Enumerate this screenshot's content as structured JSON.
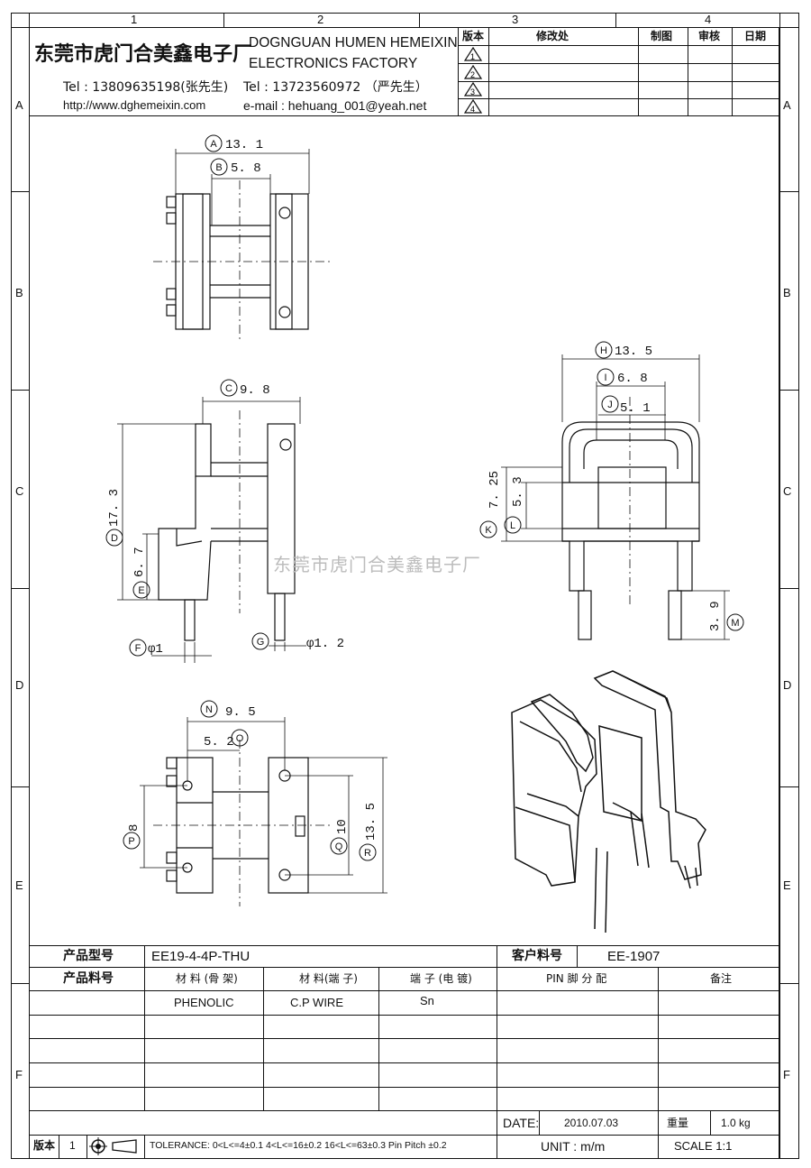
{
  "zones": {
    "columns": [
      "1",
      "2",
      "3",
      "4"
    ],
    "rows": [
      "A",
      "B",
      "C",
      "D",
      "E",
      "F"
    ]
  },
  "header": {
    "company_cn": "东莞市虎门合美鑫电子厂",
    "company_en_line1": "DOGNGUAN HUMEN HEMEIXIN",
    "company_en_line2": "ELECTRONICS FACTORY",
    "tel1": "Tel : 13809635198(张先生)",
    "tel2": "Tel : 13723560972 （严先生）",
    "website": "http://www.dghemeixin.com",
    "email": "e-mail : hehuang_001@yeah.net"
  },
  "revision_table": {
    "headers": [
      "版本",
      "修改处",
      "制图",
      "审核",
      "日期"
    ],
    "rows": [
      "1",
      "2",
      "3",
      "4"
    ]
  },
  "dimensions": {
    "A": "13. 1",
    "B": "5. 8",
    "C": "9. 8",
    "D": "17. 3",
    "E": "6. 7",
    "F": "φ1",
    "G": "φ1. 2",
    "H": "13. 5",
    "I": "6. 8",
    "J": "5. 1",
    "K": "7. 25",
    "L": "5. 3",
    "M": "3. 9",
    "N": "9. 5",
    "O": "5. 2",
    "P": "8",
    "Q": "10",
    "R": "13. 5"
  },
  "watermark": "东莞市虎门合美鑫电子厂",
  "info_table": {
    "product_model_label": "产品型号",
    "product_model": "EE19-4-4P-THU",
    "customer_part_label": "客户料号",
    "customer_part": "EE-1907",
    "product_part_label": "产品料号",
    "col_material_bobbin": "材 料 (骨 架)",
    "col_material_pin": "材 料(端 子)",
    "col_pin_plating": "端 子 (电 镀)",
    "col_pin_assign": "PIN 脚 分 配",
    "col_remark": "备注",
    "material_bobbin": "PHENOLIC",
    "material_pin": "C.P WIRE",
    "pin_plating": "Sn",
    "date_label": "DATE:",
    "date_value": "2010.07.03",
    "weight_label": "重量",
    "weight_value": "1.0 kg",
    "unit_label": "UNIT : m/m",
    "scale_label": "SCALE  1:1",
    "version_label": "版本",
    "version_value": "1",
    "tolerance": "TOLERANCE:  0<L<=4±0.1  4<L<=16±0.2  16<L<=63±0.3  Pin Pitch  ±0.2"
  }
}
